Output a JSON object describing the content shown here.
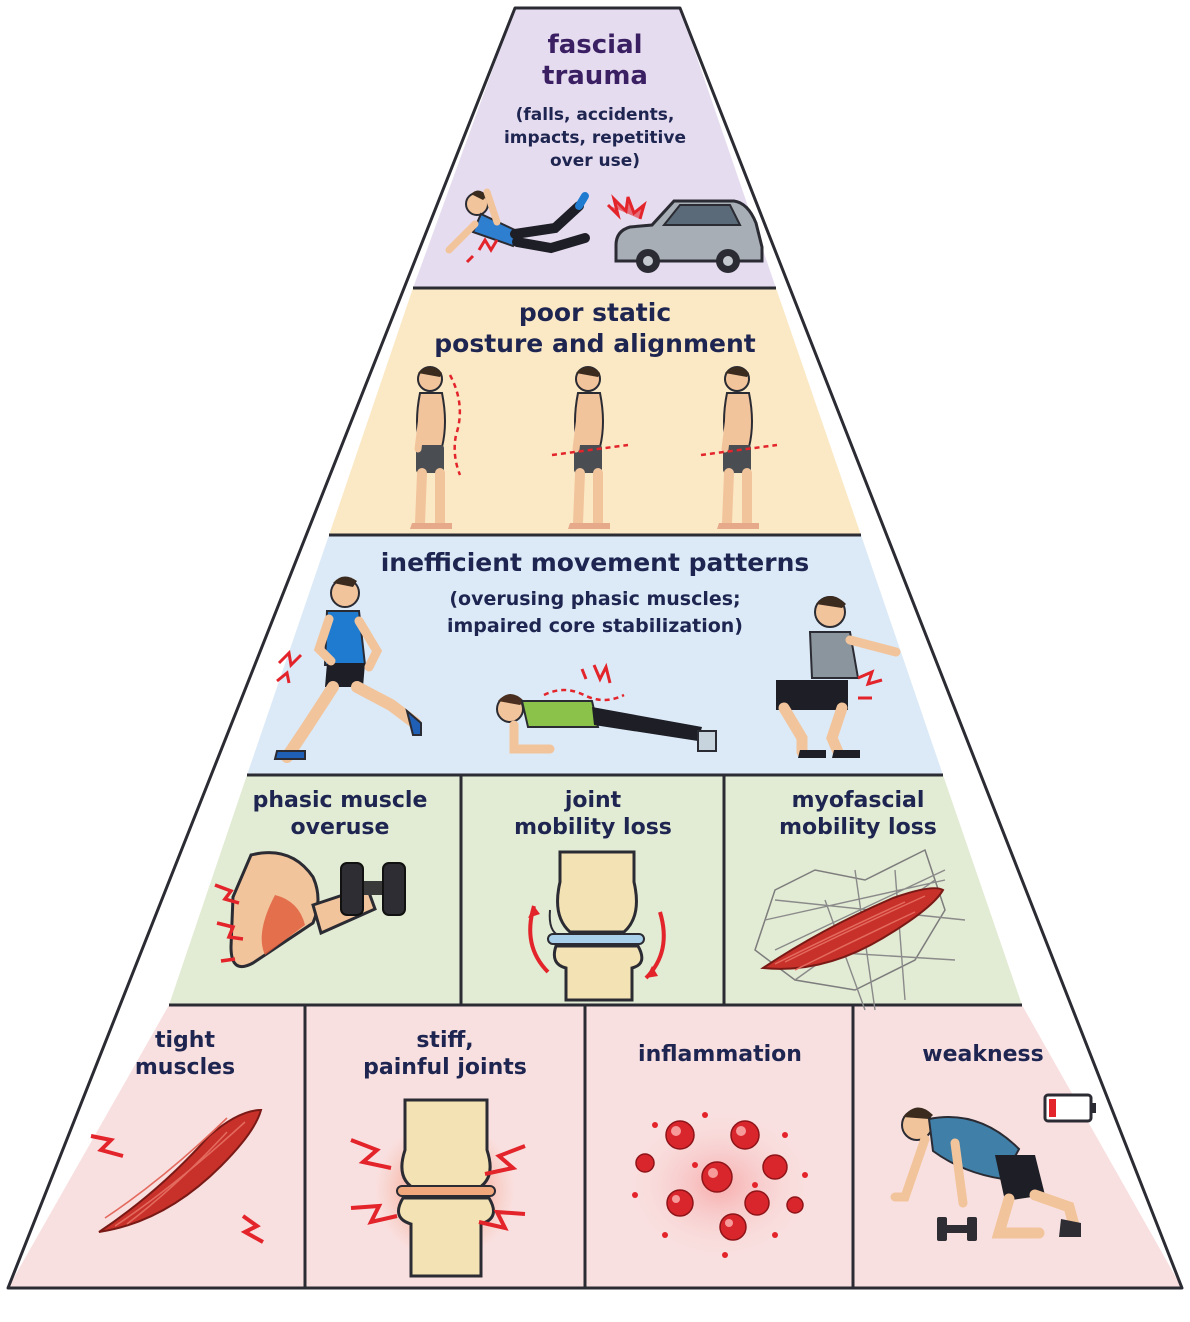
{
  "levels": {
    "trauma": {
      "title": [
        "fascial",
        "trauma"
      ],
      "subtitle": [
        "(falls, accidents,",
        "impacts, repetitive",
        "over use)"
      ],
      "fill": "#e6dcef",
      "icons": [
        "falling-person-icon",
        "crashed-car-icon"
      ]
    },
    "posture": {
      "title": [
        "poor static",
        "posture and alignment"
      ],
      "fill": "#fbe9c6",
      "icons": [
        "standing-figure-icon",
        "standing-figure-icon",
        "standing-figure-icon"
      ]
    },
    "movement": {
      "title": "inefficient movement patterns",
      "subtitle": [
        "(overusing phasic muscles;",
        "impaired core stabilization)"
      ],
      "fill": "#dceaf7",
      "icons": [
        "runner-icon",
        "plank-icon",
        "squat-icon"
      ]
    },
    "mobility": {
      "fill": "#e2ebd3",
      "cells": [
        {
          "label": [
            "phasic muscle",
            "overuse"
          ],
          "icon": "biceps-dumbbell-icon"
        },
        {
          "label": [
            "joint",
            "mobility loss"
          ],
          "icon": "knee-joint-icon"
        },
        {
          "label": [
            "myofascial",
            "mobility loss"
          ],
          "icon": "muscle-mesh-icon"
        }
      ]
    },
    "symptoms": {
      "fill": "#f9e0e0",
      "cells": [
        {
          "label": [
            "tight",
            "muscles"
          ],
          "icon": "tight-muscle-icon"
        },
        {
          "label": [
            "stiff,",
            "painful joints"
          ],
          "icon": "painful-knee-icon"
        },
        {
          "label": [
            "inflammation"
          ],
          "icon": "inflammation-cells-icon"
        },
        {
          "label": [
            "weakness"
          ],
          "icon": "weak-person-icon"
        }
      ]
    }
  },
  "colors": {
    "outline": "#2b2b33",
    "pain": "#e3242b",
    "muscle": "#c8302a",
    "skin": "#f2c49b",
    "bone": "#f3e2b3"
  }
}
